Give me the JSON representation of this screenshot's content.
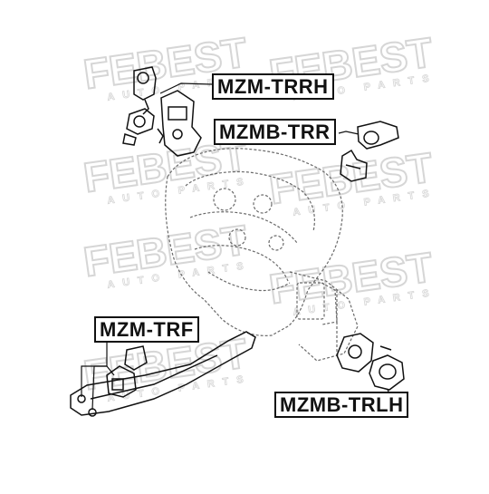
{
  "labels": {
    "mzm_trrh": "MZM-TRRH",
    "mzmb_trr": "MZMB-TRR",
    "mzm_trf": "MZM-TRF",
    "mzmb_trlh": "MZMB-TRLH"
  },
  "watermark": {
    "brand": "FEBEST",
    "tagline": "AUTO PARTS"
  },
  "colors": {
    "ink": "#111111",
    "watermark": "#d9d9d9",
    "background": "#ffffff"
  }
}
